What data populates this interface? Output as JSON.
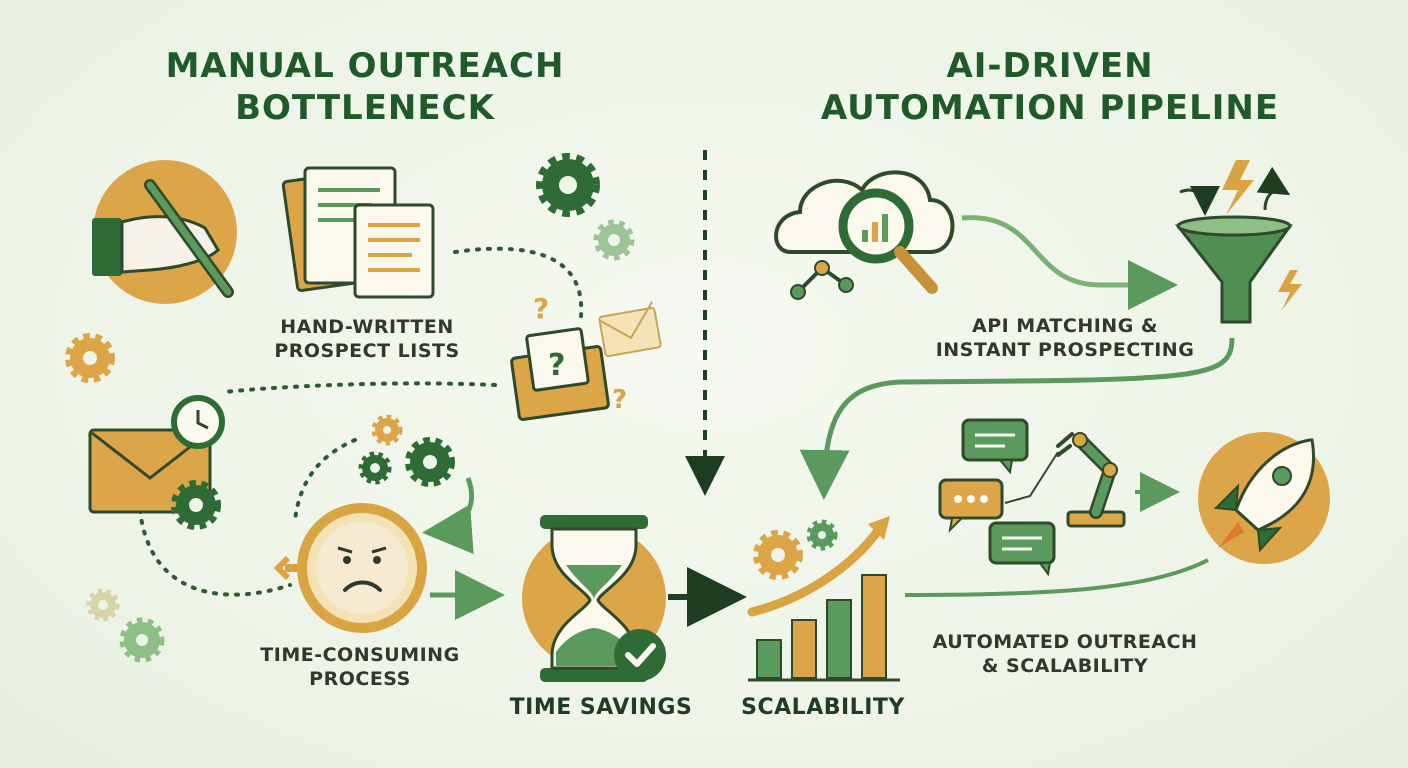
{
  "left_title": [
    "MANUAL OUTREACH",
    "BOTTLENECK"
  ],
  "right_title": [
    "AI-DRIVEN",
    "AUTOMATION PIPELINE"
  ],
  "labels": {
    "prospect_lists": [
      "HAND-WRITTEN",
      "PROSPECT LISTS"
    ],
    "time_consuming": [
      "TIME-CONSUMING",
      "PROCESS"
    ],
    "time_savings": "TIME SAVINGS",
    "scalability": "SCALABILITY",
    "api_matching": [
      "API MATCHING &",
      "INSTANT PROSPECTING"
    ],
    "automated_outreach": [
      "AUTOMATED OUTREACH",
      "& SCALABILITY"
    ]
  },
  "glyphs": {
    "question": "?"
  },
  "colors": {
    "dark_green": "#2f6b35",
    "mid_green": "#5a9a5c",
    "light_green": "#8fbf86",
    "gold": "#d9a441",
    "title_green": "#1f5a2a"
  }
}
